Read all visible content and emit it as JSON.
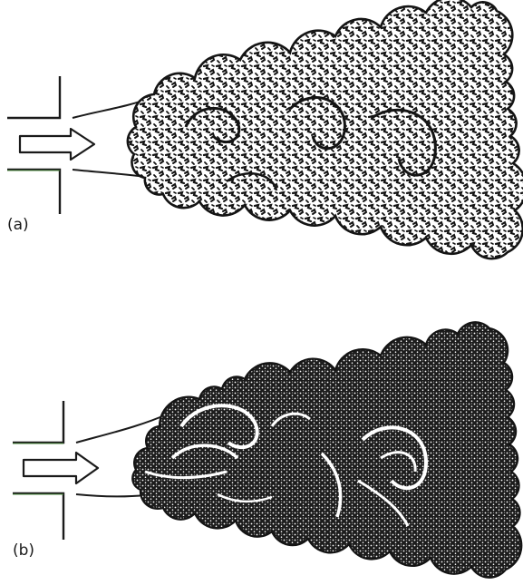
{
  "panels": [
    {
      "label": "(a)",
      "texture": "speckled-eddies"
    },
    {
      "label": "(b)",
      "texture": "dense-stippled-eddies"
    }
  ],
  "colors": {
    "ink": "#141414",
    "background": "#ffffff",
    "nozzle_tint": "#4a8a3c"
  }
}
